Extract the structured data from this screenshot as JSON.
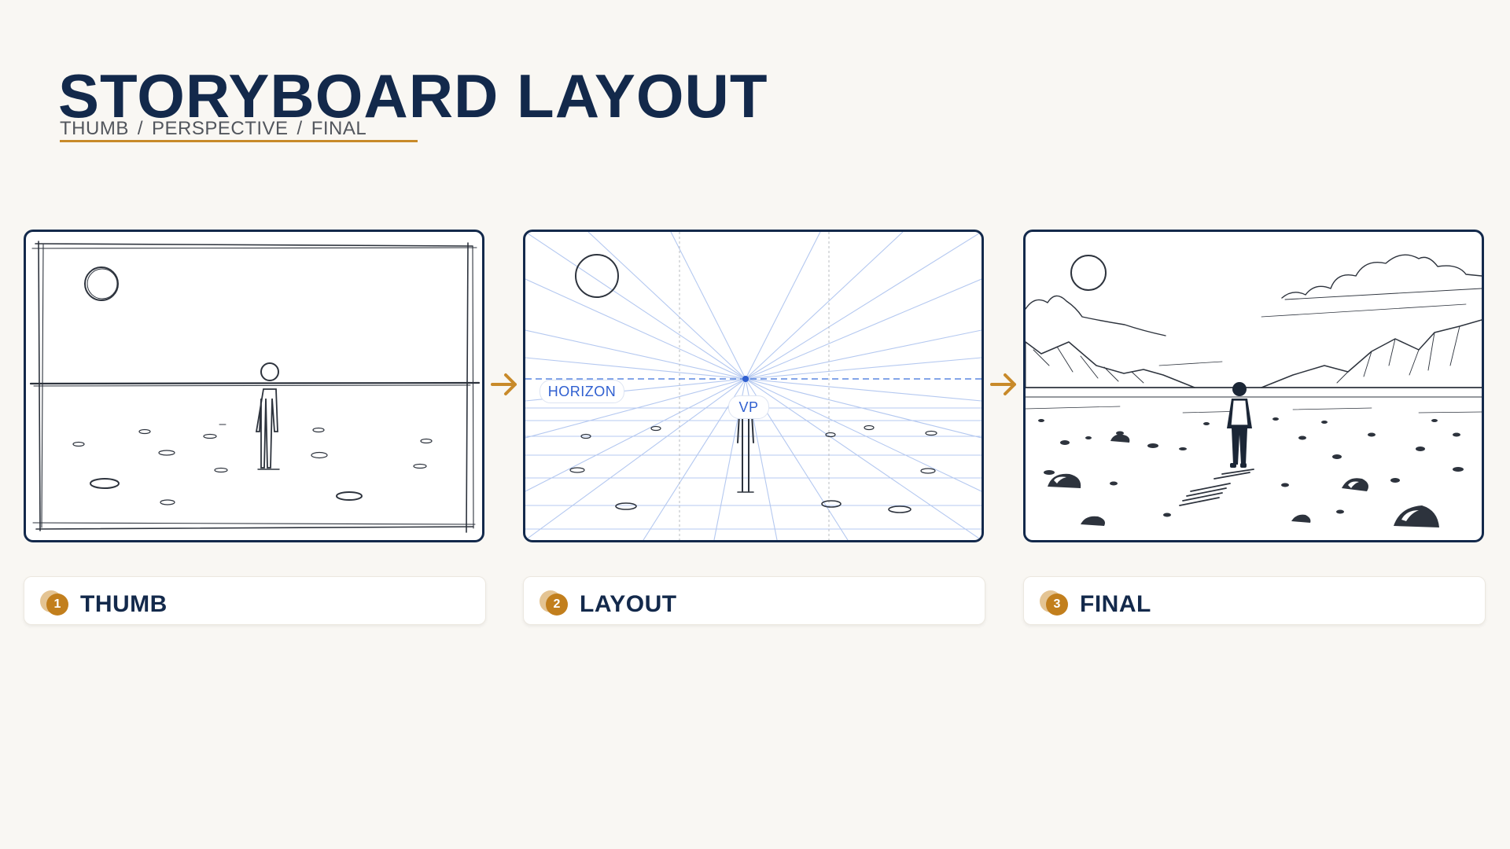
{
  "header": {
    "title": "STORYBOARD LAYOUT",
    "subtitle": {
      "parts": [
        "THUMB",
        "PERSPECTIVE",
        "FINAL"
      ],
      "separator": "/"
    }
  },
  "panels": [
    {
      "id": "thumb",
      "content": "rough thumbnail sketch: sun, horizon line, standing stick figure, scattered stones",
      "icon": "thumbnail-sketch"
    },
    {
      "id": "layout",
      "content": "one-point perspective grid with vanishing point and figure",
      "icon": "perspective-grid",
      "labels": {
        "horizon": "HORIZON",
        "vp": "VP"
      }
    },
    {
      "id": "final",
      "content": "finished ink drawing: figure in desert with mountains, clouds and rocks",
      "icon": "final-illustration"
    }
  ],
  "steps": [
    {
      "number": "1",
      "label": "THUMB"
    },
    {
      "number": "2",
      "label": "LAYOUT"
    },
    {
      "number": "3",
      "label": "FINAL"
    }
  ],
  "colors": {
    "title": "#13294b",
    "accent": "#c88a2a",
    "badge": "#c27f1d",
    "perspective_lines": "#9db8ee",
    "perspective_labels": "#2f5fd0",
    "background": "#f9f7f3"
  }
}
